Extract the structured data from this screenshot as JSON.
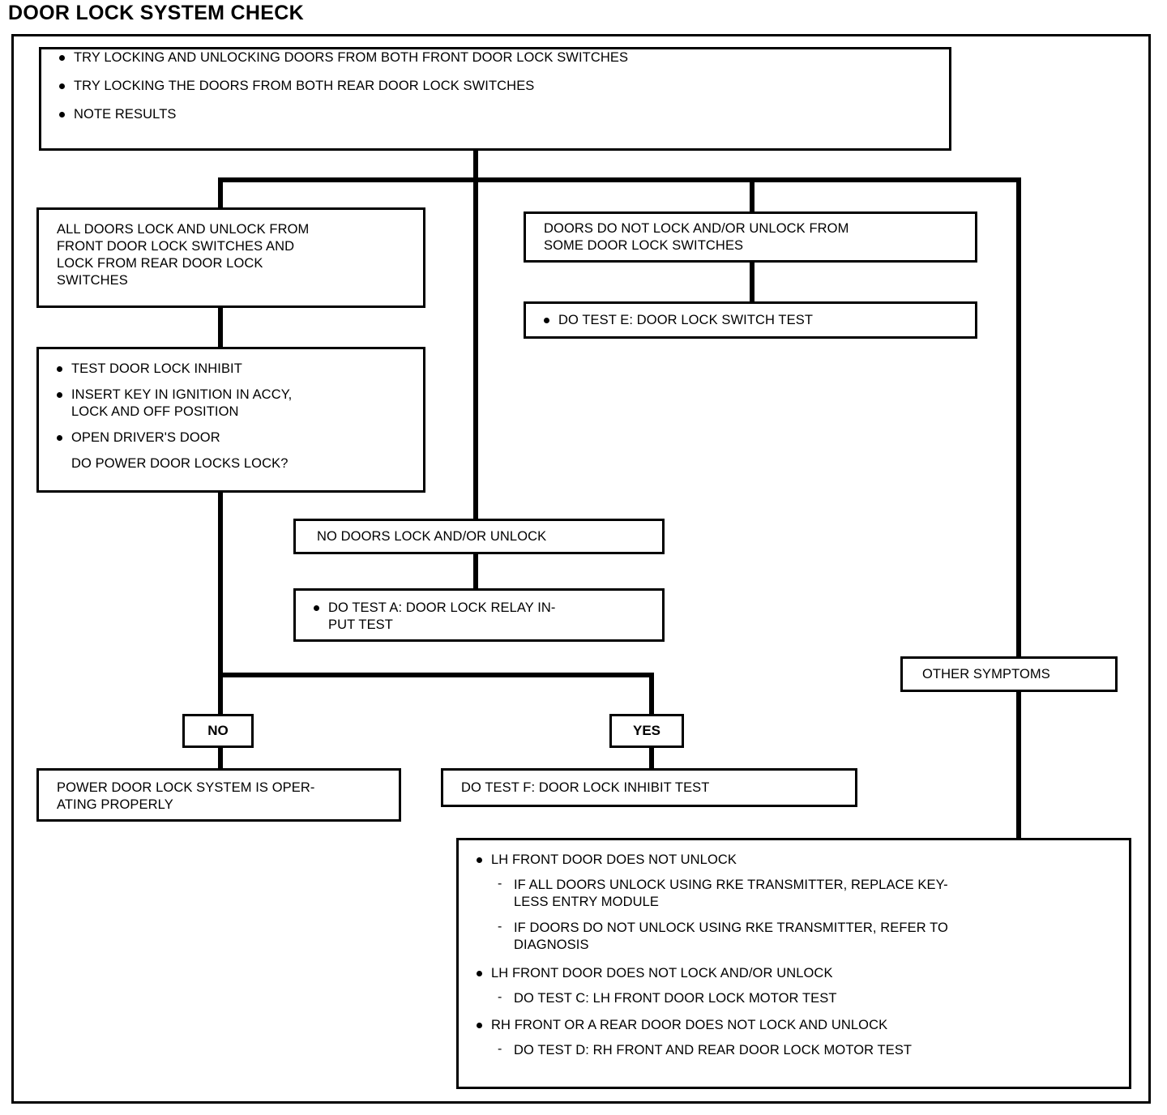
{
  "title": "DOOR LOCK SYSTEM CHECK",
  "diagram": {
    "type": "flowchart",
    "nodes": {
      "start": {
        "id": "start",
        "bullets": [
          "TRY LOCKING AND UNLOCKING DOORS FROM BOTH FRONT DOOR LOCK SWITCHES",
          "TRY LOCKING THE DOORS FROM BOTH REAR DOOR LOCK SWITCHES",
          "NOTE RESULTS"
        ]
      },
      "all_doors_ok": {
        "id": "all-doors-ok",
        "text": "ALL DOORS LOCK AND UNLOCK FROM\nFRONT DOOR LOCK SWITCHES AND\nLOCK FROM REAR DOOR LOCK\nSWITCHES"
      },
      "some_switches_fail": {
        "id": "some-switches-fail",
        "text": "DOORS DO NOT LOCK AND/OR UNLOCK FROM\nSOME DOOR LOCK SWITCHES"
      },
      "test_e": {
        "id": "test-e",
        "bullets": [
          "DO TEST E: DOOR LOCK SWITCH TEST"
        ]
      },
      "inhibit_test": {
        "id": "inhibit-test",
        "bullets": [
          "TEST DOOR LOCK INHIBIT",
          "INSERT KEY IN IGNITION IN ACCY,\nLOCK AND OFF POSITION",
          "OPEN DRIVER'S DOOR"
        ],
        "question": "DO POWER DOOR LOCKS LOCK?"
      },
      "no_doors": {
        "id": "no-doors-lock",
        "text": "NO DOORS LOCK AND/OR UNLOCK"
      },
      "test_a": {
        "id": "test-a",
        "bullets": [
          "DO TEST A: DOOR LOCK RELAY IN-\nPUT TEST"
        ]
      },
      "other_symptoms": {
        "id": "other-symptoms",
        "text": "OTHER SYMPTOMS"
      },
      "branch_no": {
        "id": "branch-no",
        "label": "NO"
      },
      "branch_yes": {
        "id": "branch-yes",
        "label": "YES"
      },
      "operating_properly": {
        "id": "operating-properly",
        "text": "POWER DOOR LOCK SYSTEM IS OPER-\nATING PROPERLY"
      },
      "test_f": {
        "id": "test-f",
        "text": "DO TEST F: DOOR LOCK INHIBIT TEST"
      },
      "symptom_details": {
        "id": "symptom-details",
        "items": [
          {
            "bullet": "LH FRONT DOOR DOES NOT UNLOCK",
            "sub": [
              "IF ALL DOORS UNLOCK USING RKE TRANSMITTER, REPLACE KEY-\nLESS ENTRY MODULE",
              "IF DOORS DO NOT UNLOCK USING RKE TRANSMITTER, REFER TO\nDIAGNOSIS"
            ]
          },
          {
            "bullet": "LH FRONT DOOR DOES NOT LOCK AND/OR UNLOCK",
            "sub": [
              "DO TEST C: LH FRONT DOOR LOCK MOTOR TEST"
            ]
          },
          {
            "bullet": "RH FRONT OR A REAR DOOR DOES NOT LOCK AND UNLOCK",
            "sub": [
              "DO TEST D: RH FRONT AND REAR DOOR LOCK MOTOR TEST"
            ]
          }
        ]
      }
    },
    "colors": {
      "ink": "#000000",
      "paper": "#ffffff"
    }
  }
}
